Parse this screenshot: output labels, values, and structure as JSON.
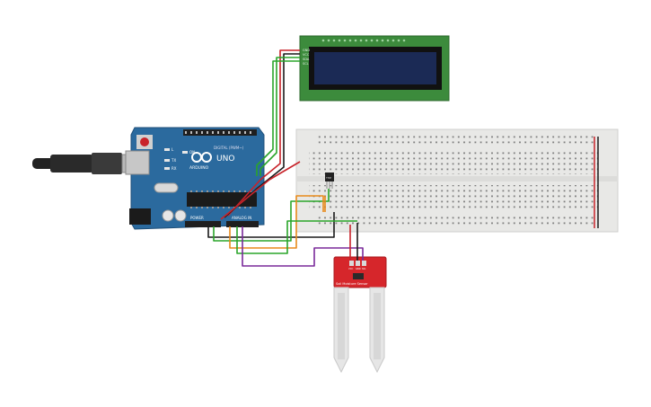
{
  "arduino": {
    "logo_text": "UNO",
    "brand_text": "ARDUINO",
    "digital_header": "DIGITAL (PWM~)",
    "analog_header": "ANALOG IN",
    "power_header": "POWER",
    "led_labels": [
      "L",
      "TX",
      "RX"
    ],
    "on_label": "ON"
  },
  "lcd": {
    "pin_labels": [
      "GND",
      "VCC",
      "SDA",
      "SCL"
    ]
  },
  "temp_sensor": {
    "label": "TMP"
  },
  "soil_sensor": {
    "label": "Soil Moisture Sensor",
    "pin_labels": [
      "VCC",
      "GND",
      "SIG"
    ]
  },
  "colors": {
    "board": "#2b6a9e",
    "breadboard": "#e8e8e6",
    "lcd_bezel": "#3c8b3c",
    "lcd_screen": "#1b2a55",
    "sensor_pcb": "#d6262b",
    "wire_red": "#c8232a",
    "wire_black": "#1a1a1a",
    "wire_green": "#2aa52a",
    "wire_orange": "#e88a1c",
    "wire_purple": "#7a2a9a"
  }
}
